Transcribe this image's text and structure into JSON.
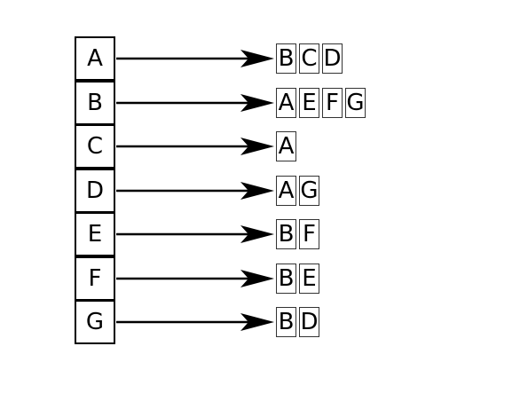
{
  "vertices": [
    {
      "label": "A",
      "neighbors": [
        "B",
        "C",
        "D"
      ]
    },
    {
      "label": "B",
      "neighbors": [
        "A",
        "E",
        "F",
        "G"
      ]
    },
    {
      "label": "C",
      "neighbors": [
        "A"
      ]
    },
    {
      "label": "D",
      "neighbors": [
        "A",
        "G"
      ]
    },
    {
      "label": "E",
      "neighbors": [
        "B",
        "F"
      ]
    },
    {
      "label": "F",
      "neighbors": [
        "B",
        "E"
      ]
    },
    {
      "label": "G",
      "neighbors": [
        "B",
        "D"
      ]
    }
  ]
}
